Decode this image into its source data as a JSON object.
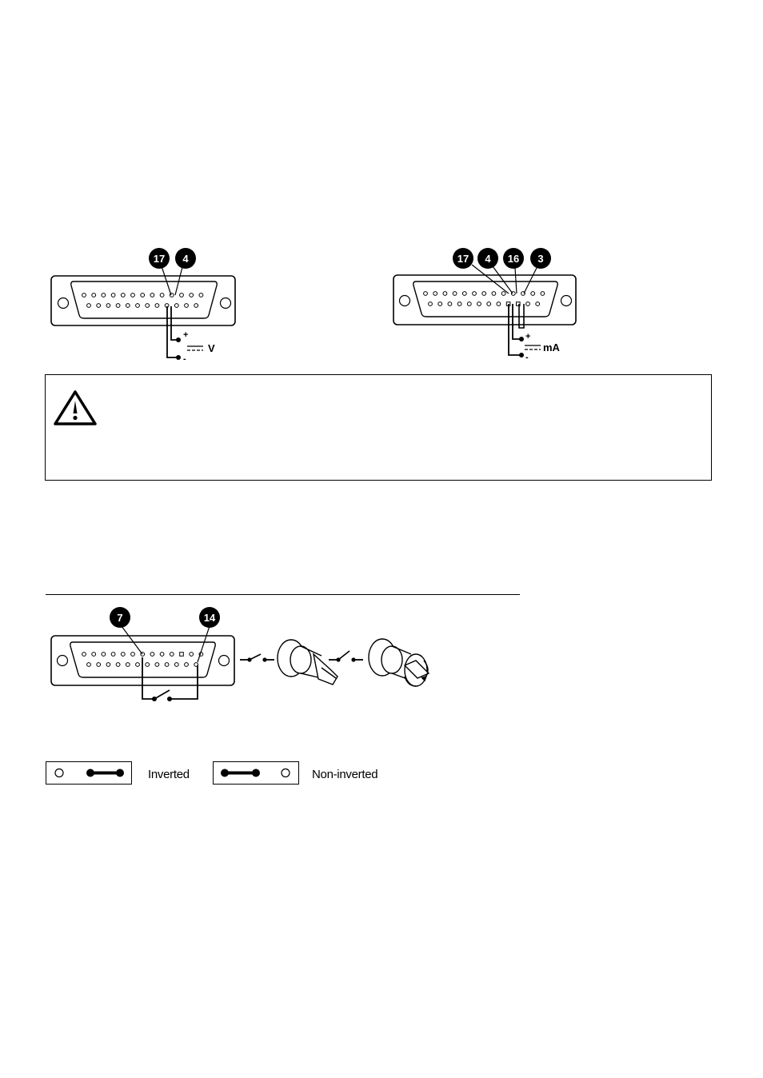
{
  "voltage_diagram": {
    "pins": [
      "17",
      "4"
    ],
    "plus": "+",
    "minus": "-",
    "unit": "V"
  },
  "current_diagram": {
    "pins": [
      "17",
      "4",
      "16",
      "3"
    ],
    "plus": "+",
    "minus": "-",
    "unit": "mA"
  },
  "warning": {
    "icon": "warning-triangle-icon"
  },
  "switch_diagram": {
    "pins": [
      "7",
      "14"
    ],
    "icons": [
      "contact-switch-icon",
      "key-switch-icon",
      "rotary-key-switch-icon"
    ]
  },
  "legend": {
    "inverted": "Inverted",
    "non_inverted": "Non-inverted"
  }
}
